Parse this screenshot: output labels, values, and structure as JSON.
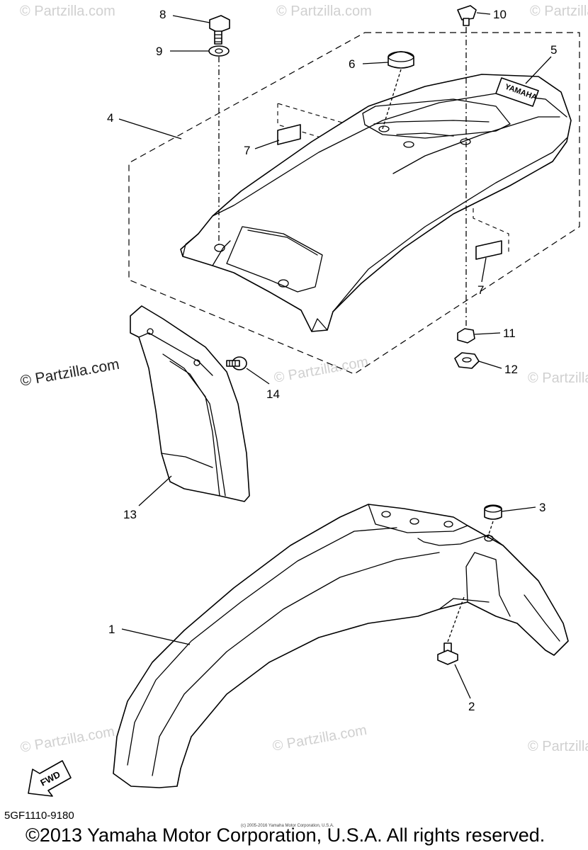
{
  "diagram": {
    "code": "5GF1110-9180",
    "copyright": "©2013 Yamaha Motor Corporation, U.S.A. All rights reserved.",
    "micro_copyright": "(c) 2005-2016 Yamaha Motor Corporation, U.S.A.",
    "fwd_label": "FWD",
    "brand_on_fender": "YAMAHA",
    "watermark": "© Partzilla.com",
    "watermark_strong": "© Partzilla.com",
    "callouts": [
      "1",
      "2",
      "3",
      "4",
      "5",
      "6",
      "7",
      "7",
      "8",
      "9",
      "10",
      "11",
      "12",
      "13",
      "14"
    ]
  }
}
